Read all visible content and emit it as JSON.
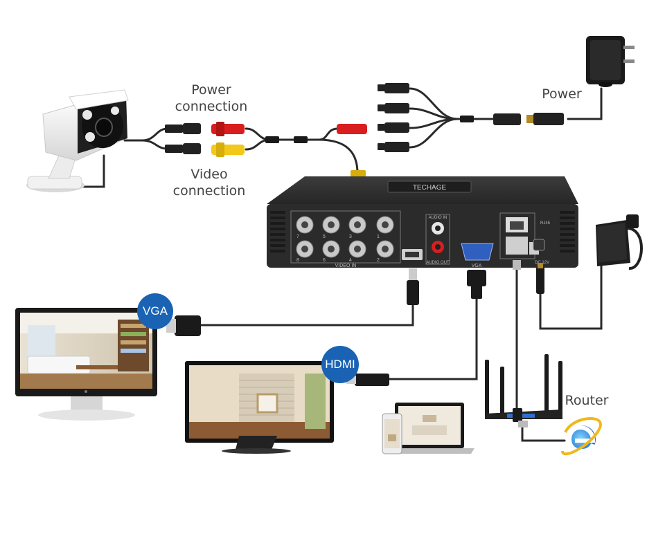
{
  "labels": {
    "power_connection": "Power\nconnection",
    "video_connection": "Video\nconnection",
    "power": "Power",
    "router": "Router"
  },
  "badges": {
    "vga": "VGA",
    "hdmi": "HDMI"
  },
  "dvr": {
    "brand": "TECHAGE",
    "audio_in": "AUDIO IN",
    "audio_out": "AUDIO OUT",
    "video_in": "VIDEO IN",
    "vga_port": "VGA",
    "rj45": "RJ45",
    "dc": "DC 12V",
    "channels_top": [
      "7",
      "5",
      "3",
      "1"
    ],
    "channels_bottom": [
      "8",
      "6",
      "4",
      "2"
    ]
  },
  "colors": {
    "badge_blue": "#1a63b4",
    "cable": "#2a2a2a",
    "connector_red": "#d81e1e",
    "connector_yellow": "#f2c81a",
    "dvr_body": "#2b2b2b",
    "vga_port": "#2f5fbf"
  },
  "icons": [
    "camera-icon",
    "power-adapter-icon",
    "monitor-icon",
    "tv-icon",
    "laptop-icon",
    "phone-icon",
    "router-icon",
    "internet-explorer-icon"
  ]
}
